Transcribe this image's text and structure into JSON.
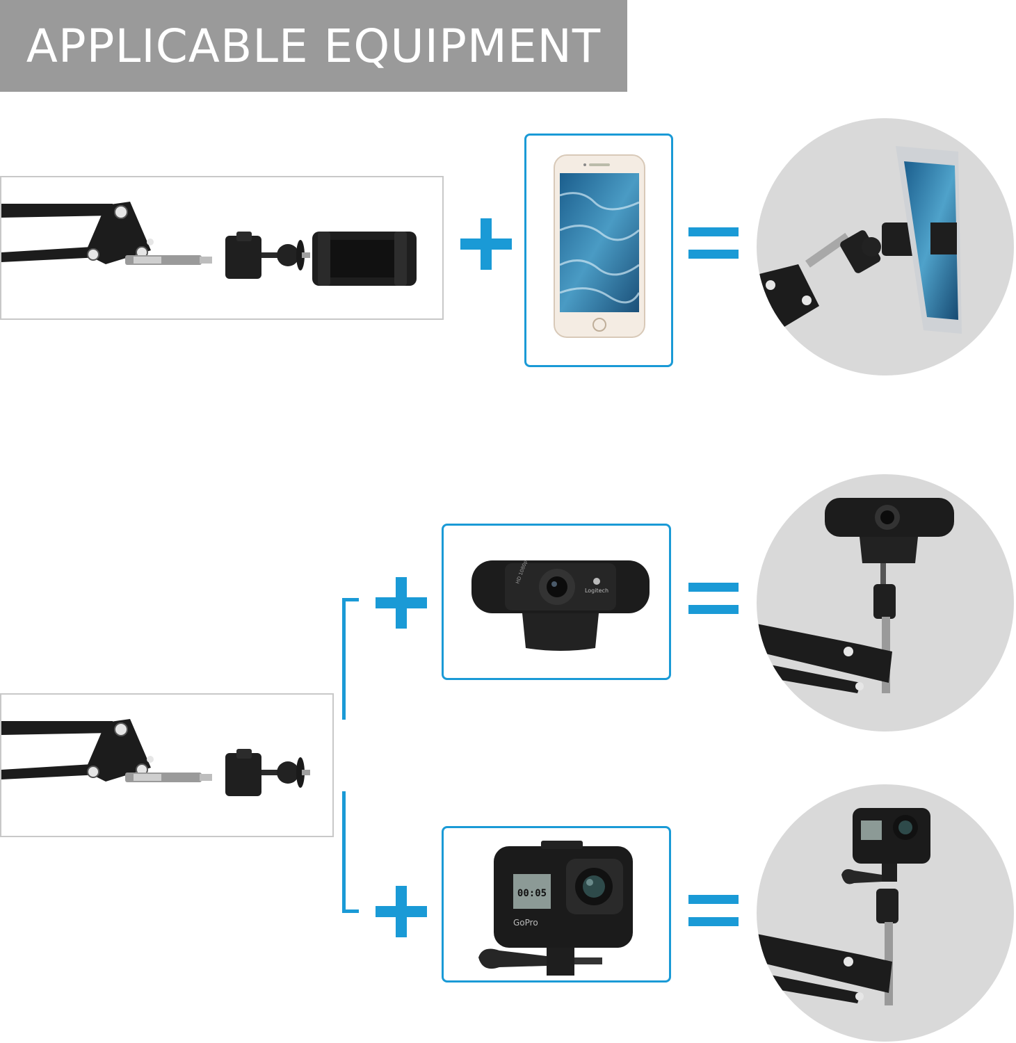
{
  "header": {
    "title": "APPLICABLE EQUIPMENT"
  },
  "colors": {
    "accent": "#1a9ad6",
    "banner": "#9a9a9a",
    "circle": "#d9d9d9",
    "metal": "#1c1c1c"
  },
  "devices": {
    "webcam_logo": "Logitech",
    "webcam_model": "HD 1080p",
    "gopro_time": "00:05",
    "gopro_logo": "GoPro"
  },
  "icons": [
    "plus-icon",
    "equals-icon",
    "boom-arm-icon",
    "ball-head-icon",
    "phone-clamp-icon",
    "smartphone-icon",
    "webcam-icon",
    "action-camera-icon"
  ]
}
